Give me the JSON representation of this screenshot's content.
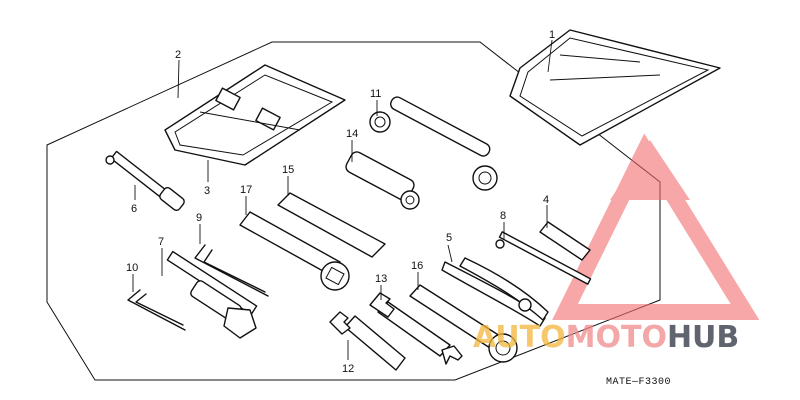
{
  "diagram": {
    "code": "MATE—F3300",
    "callouts": {
      "c1": "1",
      "c2": "2",
      "c3": "3",
      "c4": "4",
      "c5": "5",
      "c6": "6",
      "c7": "7",
      "c8": "8",
      "c9": "9",
      "c10": "10",
      "c11": "11",
      "c12": "12",
      "c13": "13",
      "c14": "14",
      "c15": "15",
      "c16": "16",
      "c17": "17"
    }
  },
  "watermark": {
    "part1": "AUTO",
    "part2": "MOTO",
    "part3": "HUB",
    "colors": {
      "auto": "#f3b53a",
      "moto": "#f08a8a",
      "hub": "#444a55",
      "logo": "#f26d6d"
    }
  }
}
